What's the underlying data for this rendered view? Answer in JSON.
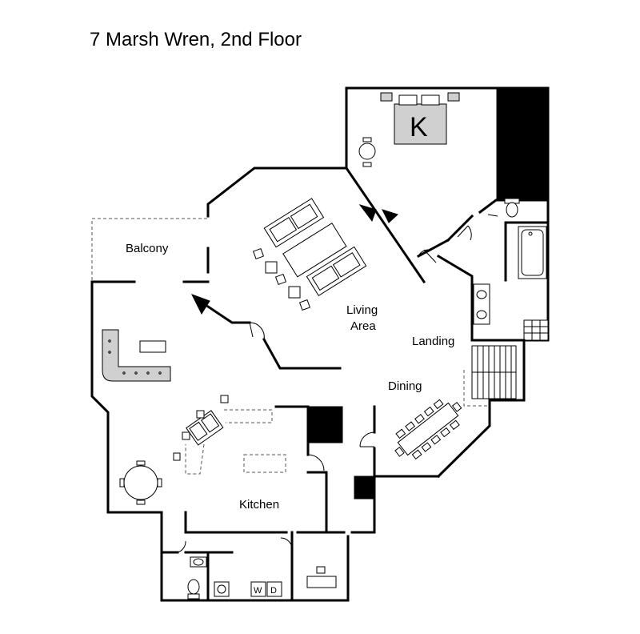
{
  "plan": {
    "title": "7 Marsh Wren, 2nd Floor",
    "rooms": {
      "balcony": "Balcony",
      "living_line1": "Living",
      "living_line2": "Area",
      "landing": "Landing",
      "dining": "Dining",
      "kitchen": "Kitchen"
    },
    "bed_label": "K",
    "washer_label": "W",
    "dryer_label": "D"
  }
}
